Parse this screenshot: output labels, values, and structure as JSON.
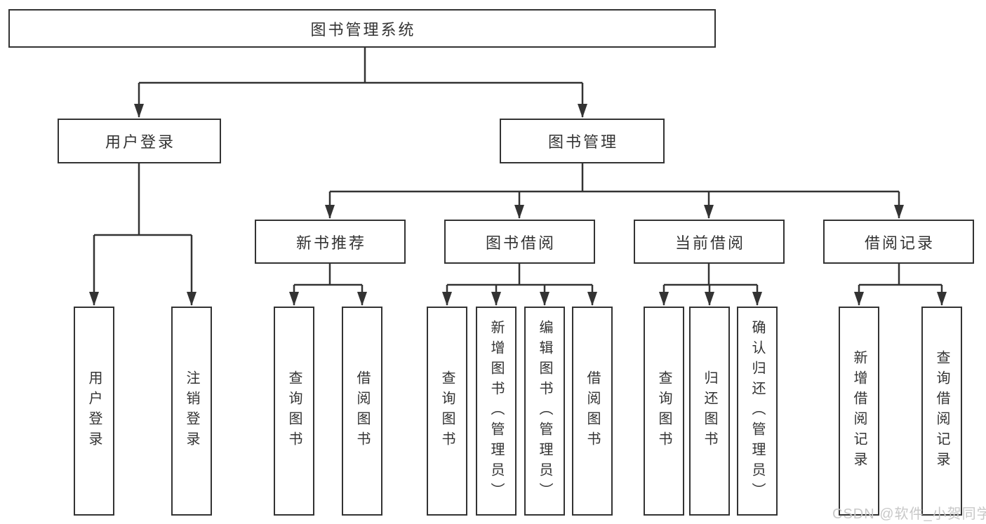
{
  "diagram": {
    "root": {
      "label": "图书管理系统"
    },
    "branches": [
      {
        "label": "用户登录",
        "children": [
          {
            "label": "用户登录"
          },
          {
            "label": "注销登录"
          }
        ]
      },
      {
        "label": "图书管理",
        "children": [
          {
            "label": "新书推荐",
            "children": [
              {
                "label": "查询图书"
              },
              {
                "label": "借阅图书"
              }
            ]
          },
          {
            "label": "图书借阅",
            "children": [
              {
                "label": "查询图书"
              },
              {
                "label": "新增图书（管理员）"
              },
              {
                "label": "编辑图书（管理员）"
              },
              {
                "label": "借阅图书"
              }
            ]
          },
          {
            "label": "当前借阅",
            "children": [
              {
                "label": "查询图书"
              },
              {
                "label": "归还图书"
              },
              {
                "label": "确认归还（管理员）"
              }
            ]
          },
          {
            "label": "借阅记录",
            "children": [
              {
                "label": "新增借阅记录"
              },
              {
                "label": "查询借阅记录"
              }
            ]
          }
        ]
      }
    ]
  },
  "watermark": {
    "text": "CSDN @软件_小贺同学"
  },
  "colors": {
    "line": "#333333",
    "text": "#333333",
    "box_background": "#ffffff",
    "watermark": "#c8c8c8",
    "page_background": "#ffffff"
  }
}
